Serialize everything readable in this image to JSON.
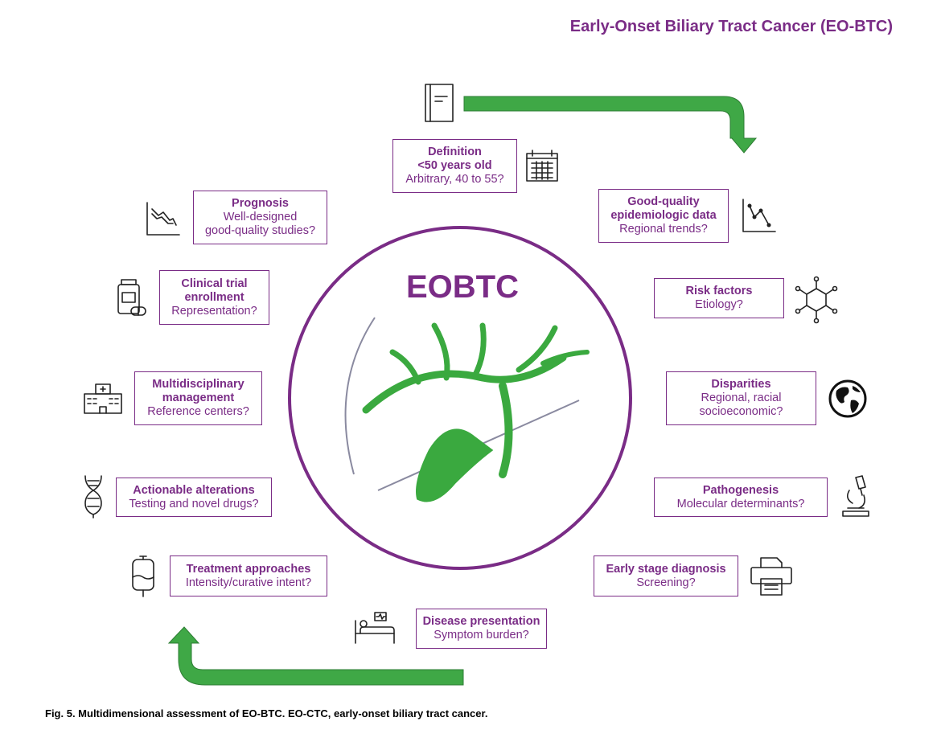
{
  "title": "Early-Onset Biliary Tract Cancer (EO-BTC)",
  "center_label": "EOBTC",
  "caption": "Fig. 5. Multidimensional assessment of EO-BTC. EO-CTC, early-onset biliary tract cancer.",
  "colors": {
    "accent": "#7a2c86",
    "arrow": "#3fa846",
    "arrow_stroke": "#2e7d34",
    "organ": "#3aa93f"
  },
  "boxes": {
    "definition": {
      "h1": "Definition",
      "h2": "<50 years old",
      "s1": "Arbitrary, 40 to 55?"
    },
    "epidemiology": {
      "h1": "Good-quality",
      "h2": "epidemiologic data",
      "s1": "Regional trends?"
    },
    "risk": {
      "h1": "Risk factors",
      "s1": "Etiology?"
    },
    "disparities": {
      "h1": "Disparities",
      "s1": "Regional, racial",
      "s2": "socioeconomic?"
    },
    "pathogenesis": {
      "h1": "Pathogenesis",
      "s1": "Molecular determinants?"
    },
    "early": {
      "h1": "Early stage diagnosis",
      "s1": "Screening?"
    },
    "presentation": {
      "h1": "Disease presentation",
      "s1": "Symptom burden?"
    },
    "treatment": {
      "h1": "Treatment approaches",
      "s1": "Intensity/curative intent?"
    },
    "actionable": {
      "h1": "Actionable alterations",
      "s1": "Testing and novel drugs?"
    },
    "multidisciplinary": {
      "h1": "Multidisciplinary",
      "h2": "management",
      "s1": "Reference centers?"
    },
    "clinical": {
      "h1": "Clinical trial",
      "h2": "enrollment",
      "s1": "Representation?"
    },
    "prognosis": {
      "h1": "Prognosis",
      "s1": "Well-designed",
      "s2": "good-quality studies?"
    }
  },
  "icons": [
    "book-icon",
    "calendar-icon",
    "line-chart-icon",
    "molecule-icon",
    "globe-icon",
    "microscope-icon",
    "printer-icon",
    "hospital-bed-icon",
    "iv-bag-icon",
    "dna-icon",
    "hospital-icon",
    "pill-bottle-icon",
    "declining-chart-icon"
  ]
}
